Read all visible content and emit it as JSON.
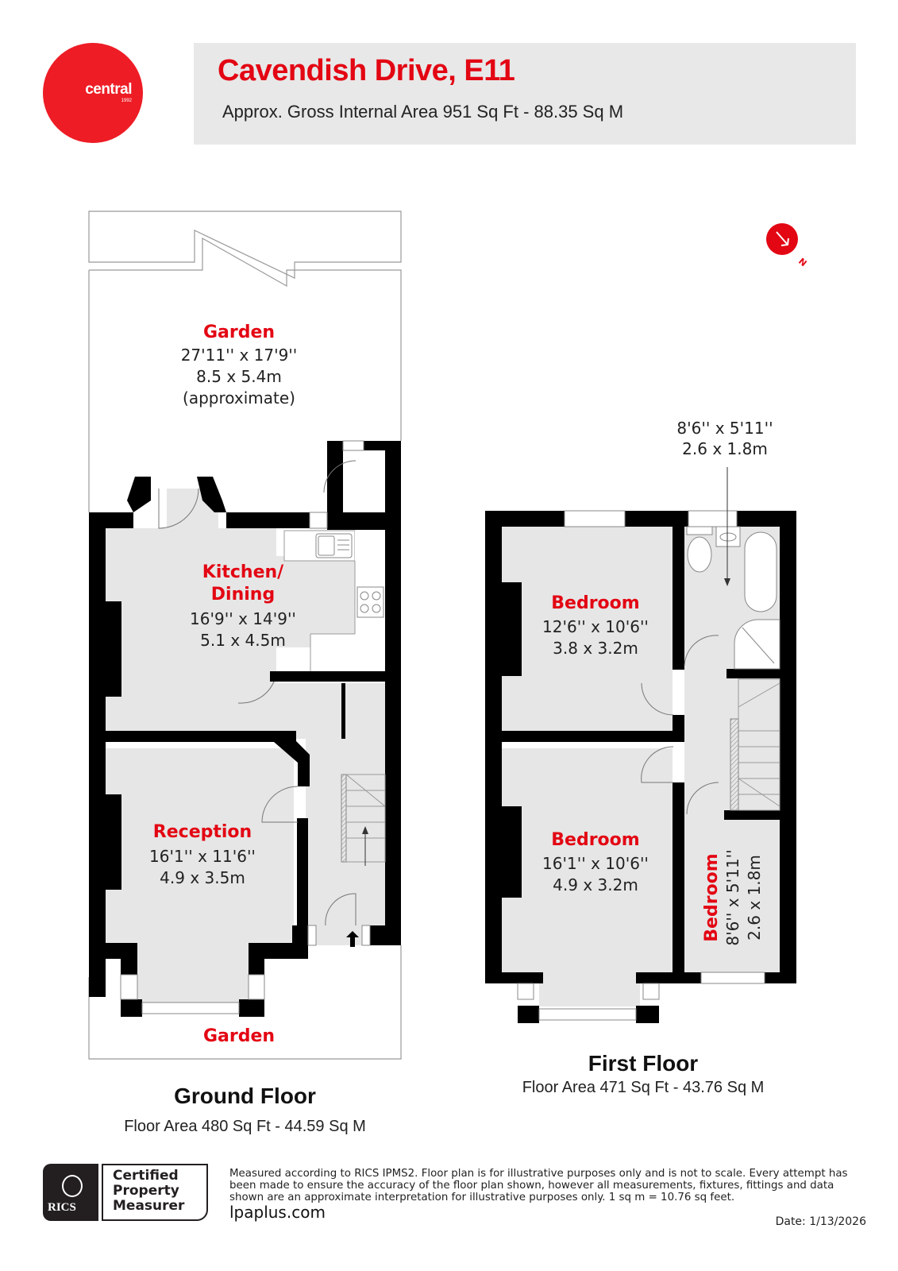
{
  "brand": {
    "name": "central",
    "year": "1992",
    "color": "#ee1c25"
  },
  "header": {
    "title": "Cavendish Drive, E11",
    "subtitle": "Approx. Gross Internal Area 951 Sq Ft - 88.35 Sq M"
  },
  "compass": {
    "label": "N",
    "icon": "north-arrow-icon"
  },
  "ground_floor": {
    "title": "Ground Floor",
    "area": "Floor Area 480 Sq Ft - 44.59 Sq M",
    "rooms": {
      "rear_garden": {
        "name": "Garden",
        "dim_imperial": "27'11'' x 17'9''",
        "dim_metric": "8.5 x 5.4m",
        "note": "(approximate)"
      },
      "kitchen": {
        "name_line1": "Kitchen/",
        "name_line2": "Dining",
        "dim_imperial": "16'9'' x 14'9''",
        "dim_metric": "5.1 x 4.5m"
      },
      "reception": {
        "name": "Reception",
        "dim_imperial": "16'1'' x 11'6''",
        "dim_metric": "4.9 x 3.5m"
      },
      "front_garden": {
        "name": "Garden"
      }
    }
  },
  "first_floor": {
    "title": "First Floor",
    "area": "Floor Area 471 Sq Ft - 43.76 Sq M",
    "rooms": {
      "bathroom": {
        "dim_imperial": "8'6'' x 5'11''",
        "dim_metric": "2.6 x 1.8m"
      },
      "bedroom_rear": {
        "name": "Bedroom",
        "dim_imperial": "12'6'' x 10'6''",
        "dim_metric": "3.8 x 3.2m"
      },
      "bedroom_front": {
        "name": "Bedroom",
        "dim_imperial": "16'1'' x 10'6''",
        "dim_metric": "4.9 x 3.2m"
      },
      "bedroom_small": {
        "name": "Bedroom",
        "dim_imperial": "8'6'' x 5'11''",
        "dim_metric": "2.6 x 1.8m"
      }
    }
  },
  "footer": {
    "rics_label": "RICS",
    "cert_line1": "Certified",
    "cert_line2": "Property",
    "cert_line3": "Measurer",
    "disclaimer": "Measured according to RICS IPMS2. Floor plan is for illustrative purposes only and is not to scale. Every attempt has been made to ensure the accuracy of the floor plan shown, however all measurements, fixtures, fittings and data shown are an approximate interpretation for illustrative purposes only. 1 sq m = 10.76 sq feet.",
    "website": "lpaplus.com",
    "date": "Date: 1/13/2026"
  }
}
